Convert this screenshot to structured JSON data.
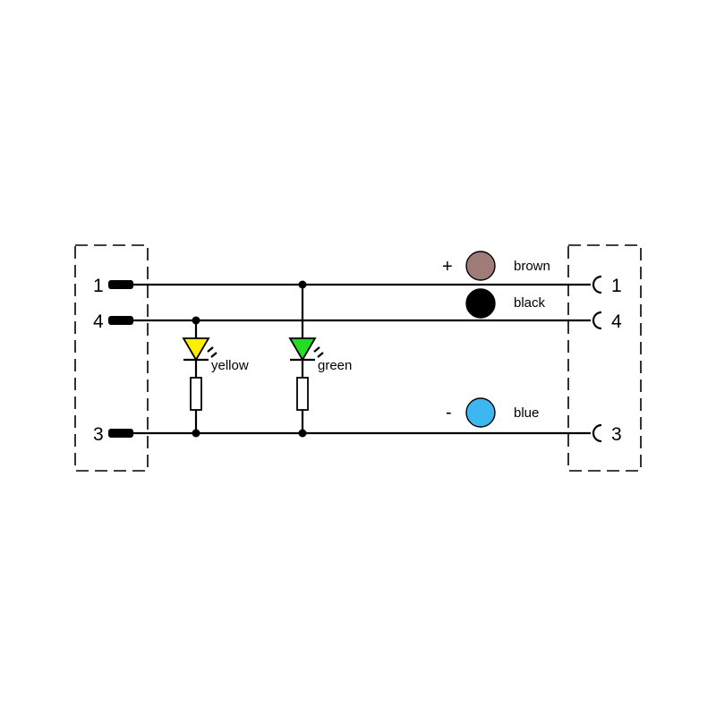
{
  "colors": {
    "line": "#000000",
    "brown": "#a07c78",
    "black": "#000000",
    "blue": "#3eb6ef",
    "led_yellow": "#ffee00",
    "led_green": "#22dd22"
  },
  "left_connector": {
    "pins": [
      "1",
      "4",
      "3"
    ]
  },
  "right_connector": {
    "pins": [
      "1",
      "4",
      "3"
    ]
  },
  "wires": [
    {
      "pin": "1",
      "color": "brown",
      "sign": "+"
    },
    {
      "pin": "4",
      "color": "black",
      "sign": ""
    },
    {
      "pin": "3",
      "color": "blue",
      "sign": "-"
    }
  ],
  "leds": [
    {
      "label": "yellow",
      "color": "yellow"
    },
    {
      "label": "green",
      "color": "green"
    }
  ]
}
